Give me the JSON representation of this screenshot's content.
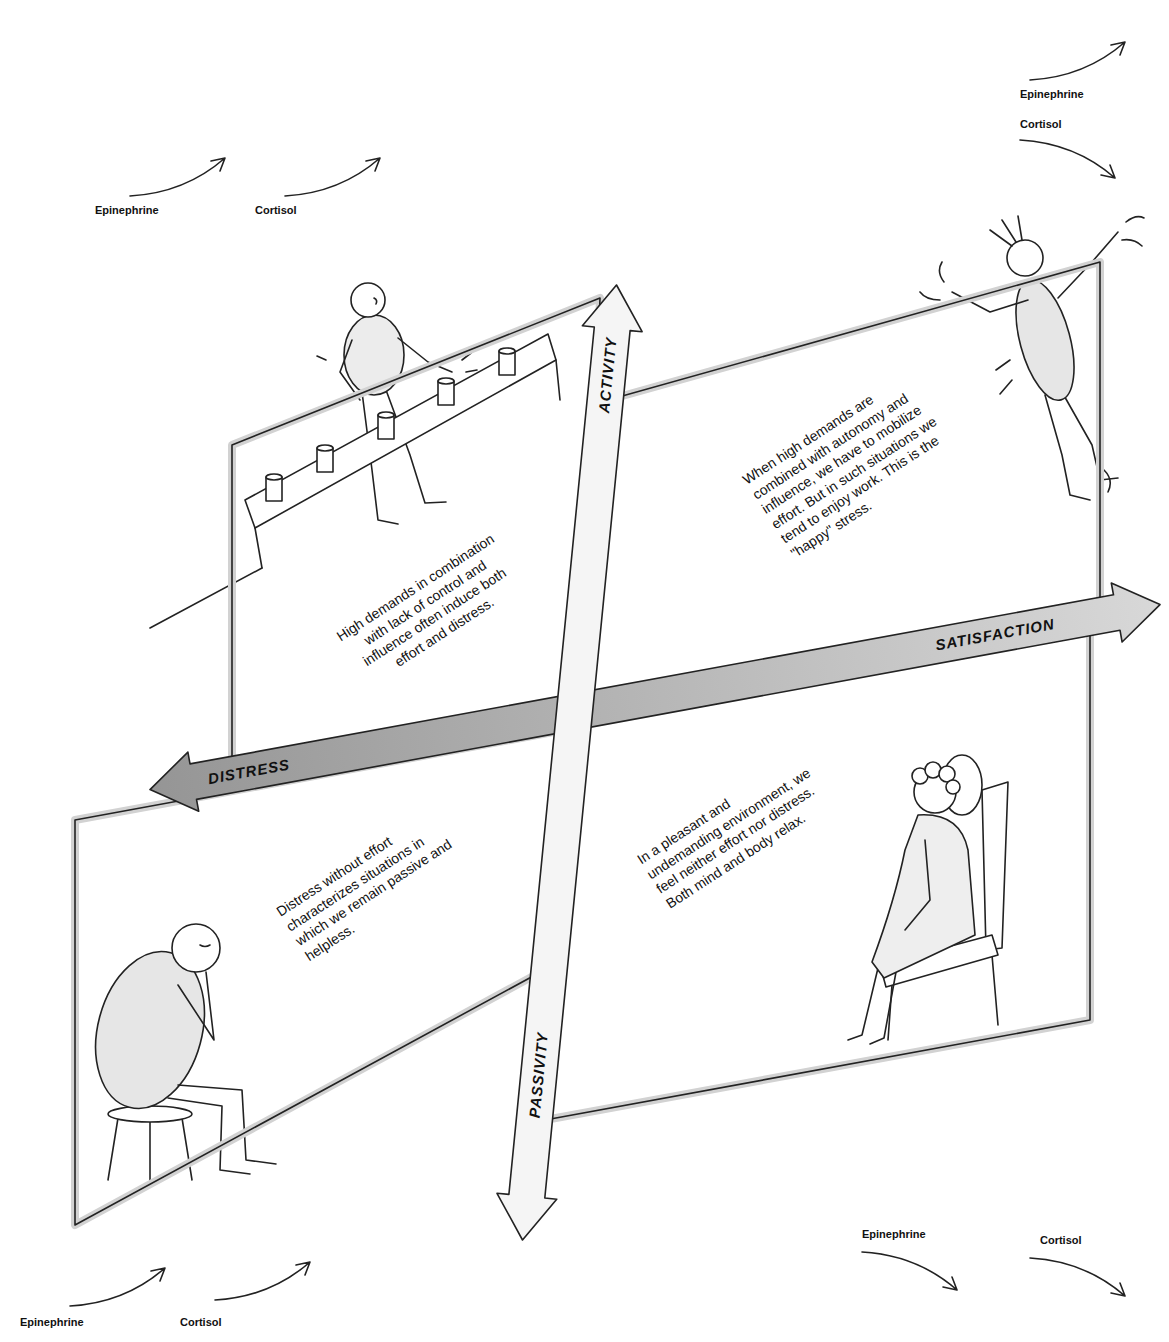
{
  "diagram": {
    "nodes": [
      {
        "text": [
          "High demands in combination with lack of control and influence often induce both effort and distress."
        ]
      },
      {
        "text": [
          "When high demands are combined with autonomy and influence, we have to mobilize effort. But in such situations we tend to enjoy work. This is the \"happy\" stress."
        ]
      },
      {
        "text": [
          "Distress without effort characterizes situations in which we remain passive and helpless."
        ]
      },
      {
        "text": [
          "In a pleasant and undemanding environment, we feel neither effort nor distress. Both mind and body relax."
        ]
      },
      {
        "text": [
          "ACTIVITY",
          "PASSIVITY"
        ]
      },
      {
        "text": [
          "DISTRESS",
          "SATISFACTION"
        ]
      }
    ],
    "labels": [
      "Epinephrine",
      "Cortisol",
      "Epinephrine",
      "Cortisol",
      "Epinephrine",
      "Cortisol",
      "Epinephrine",
      "Cortisol"
    ]
  }
}
